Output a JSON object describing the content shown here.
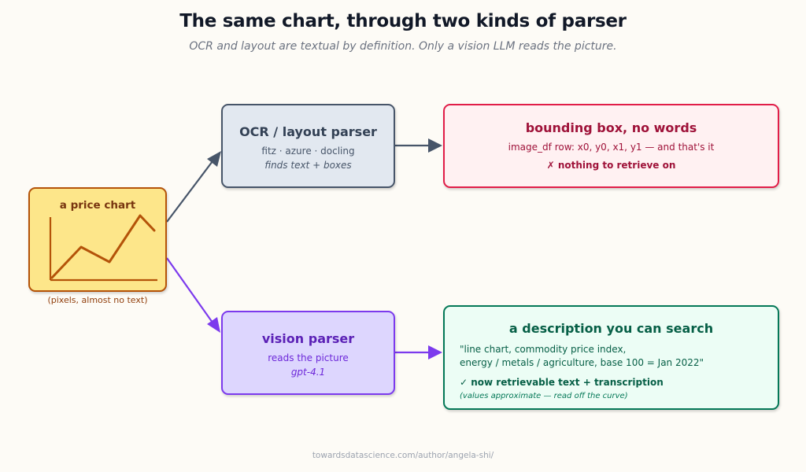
{
  "header": {
    "title": "The same chart, through two kinds of parser",
    "subtitle": "OCR and layout are textual by definition. Only a vision LLM reads the picture."
  },
  "source_node": {
    "title": "a price chart",
    "caption": "(pixels, almost no text)"
  },
  "ocr_node": {
    "title": "OCR / layout parser",
    "tools": "fitz · azure · docling",
    "note": "finds text + boxes"
  },
  "bbox_node": {
    "title": "bounding box, no words",
    "detail": "image_df row: x0, y0, x1, y1 — and that's it",
    "verdict": "✗ nothing to retrieve on"
  },
  "vision_node": {
    "title": "vision parser",
    "detail": "reads the picture",
    "model": "gpt-4.1"
  },
  "description_node": {
    "title": "a description you can search",
    "quote_line1": "\"line chart, commodity price index,",
    "quote_line2": "energy / metals / agriculture, base 100 = Jan 2022\"",
    "verdict": "✓ now retrievable text + transcription",
    "note": "(values approximate — read off the curve)"
  },
  "footer": {
    "credit": "towardsdatascience.com/author/angela-shi/"
  },
  "colors": {
    "background": "#fdfbf6",
    "chart_fill": "#fde68a",
    "chart_stroke": "#b45309",
    "ocr_fill": "#e2e8f0",
    "ocr_stroke": "#475569",
    "vision_fill": "#ddd6fe",
    "vision_stroke": "#7c3aed",
    "fail_fill": "#fff1f2",
    "fail_stroke": "#e11d48",
    "success_fill": "#ecfdf5",
    "success_stroke": "#047857"
  }
}
